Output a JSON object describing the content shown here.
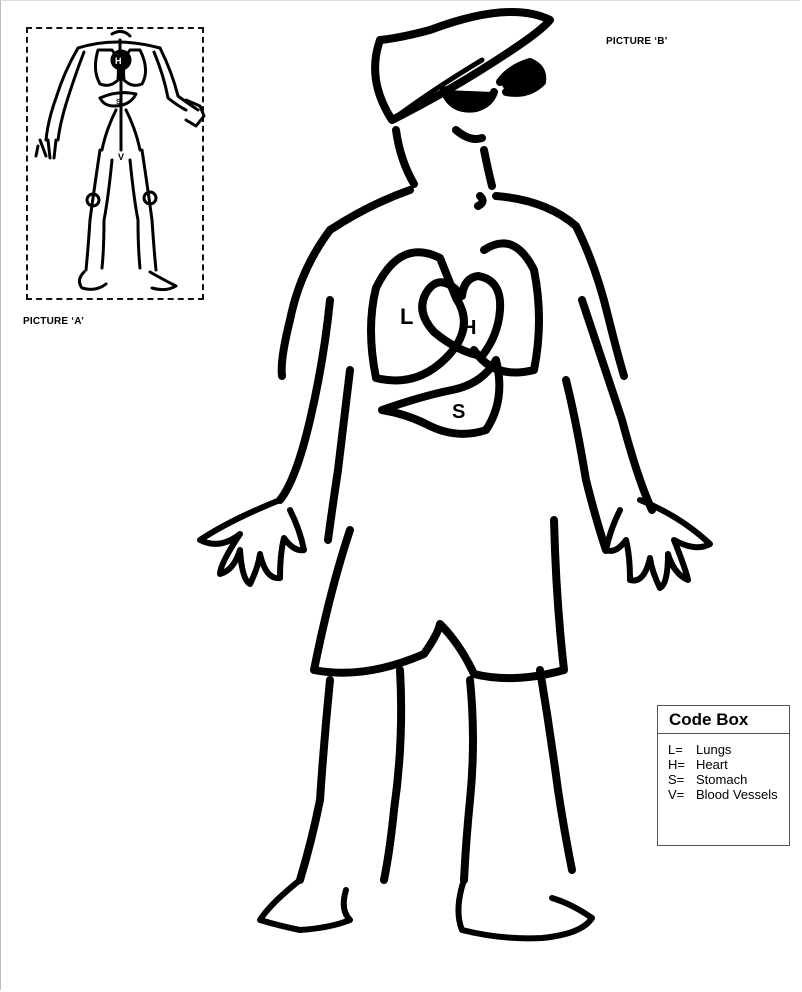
{
  "captions": {
    "picture_a": "PICTURE ‘A’",
    "picture_b": "PICTURE ‘B’"
  },
  "picture_a": {
    "labels": {
      "heart": "H",
      "stomach": "S",
      "vessels": "V"
    }
  },
  "picture_b": {
    "labels": {
      "lungs": "L",
      "heart": "H",
      "stomach": "S"
    }
  },
  "code_box": {
    "title": "Code Box",
    "items": [
      {
        "key": "L=",
        "value": "Lungs"
      },
      {
        "key": "H=",
        "value": "Heart"
      },
      {
        "key": "S=",
        "value": "Stomach"
      },
      {
        "key": "V=",
        "value": "Blood Vessels"
      }
    ]
  }
}
